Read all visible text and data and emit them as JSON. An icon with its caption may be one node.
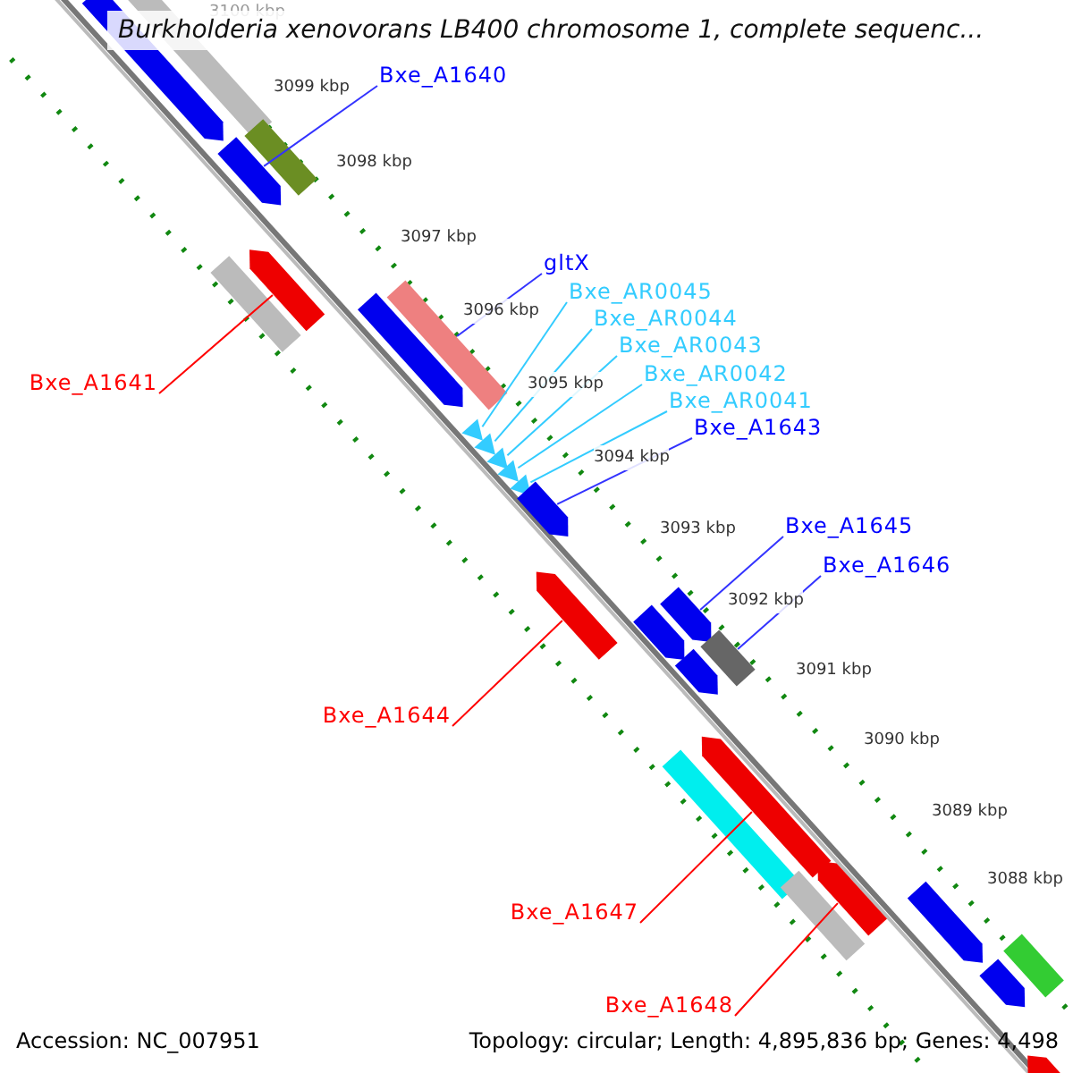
{
  "diagram": {
    "title": "Burkholderia xenovorans LB400 chromosome 1, complete sequenc...",
    "nodes": [
      {
        "text": [
          "Bxe_A1640"
        ]
      },
      {
        "text": [],
        "shape": "bar"
      },
      {
        "text": [
          "gltX"
        ]
      },
      {
        "text": [],
        "shape": "bar"
      },
      {
        "text": [
          "Bxe_AR0045"
        ]
      },
      {
        "text": [],
        "shape": "triangle"
      },
      {
        "text": [
          "Bxe_AR0044"
        ]
      },
      {
        "text": [],
        "shape": "triangle"
      },
      {
        "text": [
          "Bxe_AR0043"
        ]
      },
      {
        "text": [],
        "shape": "triangle"
      },
      {
        "text": [
          "Bxe_AR0042"
        ]
      },
      {
        "text": [],
        "shape": "triangle"
      },
      {
        "text": [
          "Bxe_AR0041"
        ]
      },
      {
        "text": [],
        "shape": "triangle"
      },
      {
        "text": [
          "Bxe_A1641"
        ]
      },
      {
        "text": [],
        "shape": "bar"
      },
      {
        "text": [
          "Bxe_A1643"
        ]
      },
      {
        "text": [],
        "shape": "bar"
      },
      {
        "text": [
          "Bxe_A1645"
        ]
      },
      {
        "text": [],
        "shape": "bar"
      },
      {
        "text": [
          "Bxe_A1646"
        ]
      },
      {
        "text": [],
        "shape": "bar"
      },
      {
        "text": [
          "Bxe_A1644"
        ]
      },
      {
        "text": [],
        "shape": "bar"
      },
      {
        "text": [
          "Bxe_A1647"
        ]
      },
      {
        "text": [],
        "shape": "bar"
      },
      {
        "text": [
          "Bxe_A1648"
        ]
      },
      {
        "text": [],
        "shape": "bar"
      },
      {
        "text": [],
        "shape": "bar"
      },
      {
        "text": [],
        "shape": "bar"
      },
      {
        "text": [],
        "shape": "bar"
      },
      {
        "text": [],
        "shape": "bar"
      },
      {
        "text": [],
        "shape": "bar"
      },
      {
        "text": [],
        "shape": "bar"
      },
      {
        "text": [],
        "shape": "bar"
      },
      {
        "text": [],
        "shape": "bar"
      },
      {
        "text": [],
        "shape": "bar"
      },
      {
        "text": [],
        "shape": "bar"
      },
      {
        "text": [],
        "shape": "bar"
      },
      {
        "text": [],
        "shape": "bar"
      },
      {
        "text": [],
        "shape": "bar"
      }
    ],
    "edges": [
      {
        "from": 0,
        "to": 1,
        "arrow": "none"
      },
      {
        "from": 2,
        "to": 3,
        "arrow": "none"
      },
      {
        "from": 4,
        "to": 5,
        "arrow": "none",
        "color": "#33ccff"
      },
      {
        "from": 6,
        "to": 7,
        "arrow": "none",
        "color": "#33ccff"
      },
      {
        "from": 8,
        "to": 9,
        "arrow": "none",
        "color": "#33ccff"
      },
      {
        "from": 10,
        "to": 11,
        "arrow": "none",
        "color": "#33ccff"
      },
      {
        "from": 12,
        "to": 13,
        "arrow": "none",
        "color": "#33ccff"
      },
      {
        "from": 14,
        "to": 15,
        "arrow": "none",
        "color": "#ff0000"
      },
      {
        "from": 16,
        "to": 17,
        "arrow": "none"
      },
      {
        "from": 18,
        "to": 19,
        "arrow": "none"
      },
      {
        "from": 20,
        "to": 21,
        "arrow": "none"
      },
      {
        "from": 22,
        "to": 23,
        "arrow": "none",
        "color": "#ff0000"
      },
      {
        "from": 24,
        "to": 25,
        "arrow": "none",
        "color": "#ff0000"
      },
      {
        "from": 26,
        "to": 27,
        "arrow": "none",
        "color": "#ff0000"
      }
    ],
    "labels": [
      "3100 kbp",
      "3099 kbp",
      "3098 kbp",
      "3097 kbp",
      "3096 kbp",
      "3095 kbp",
      "3094 kbp",
      "3093 kbp",
      "3092 kbp",
      "3091 kbp",
      "3090 kbp",
      "3089 kbp",
      "3088 kbp",
      "Accession: NC_007951",
      "Topology: circular; Length: 4,895,836 bp; Genes: 4,498"
    ]
  }
}
